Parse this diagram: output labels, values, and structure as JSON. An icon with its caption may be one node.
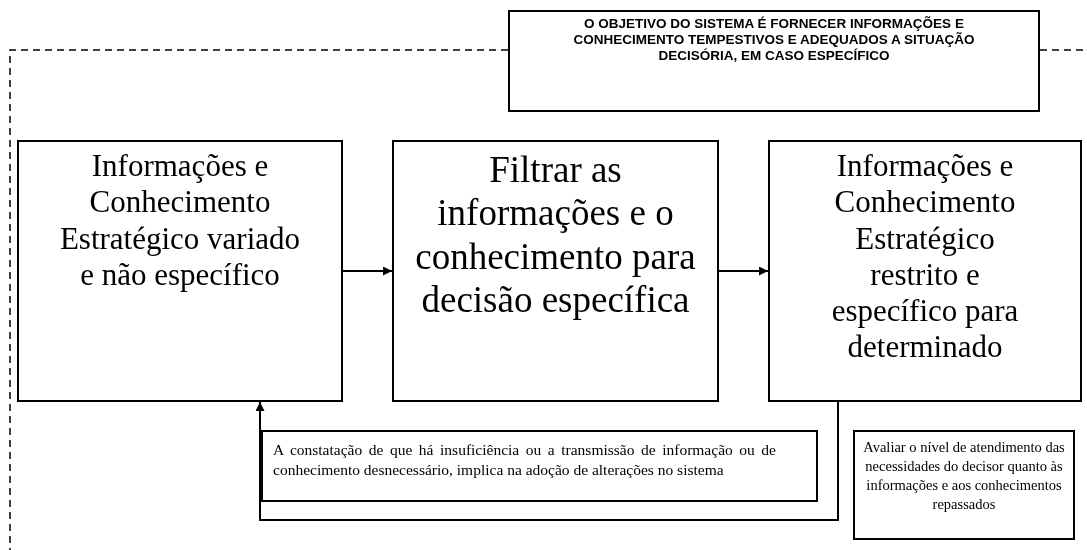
{
  "diagram": {
    "nodes": [
      {
        "text": [
          "O OBJETIVO DO SISTEMA É FORNECER INFORMAÇÕES E CONHECIMENTO TEMPESTIVOS E ADEQUADOS A SITUAÇÃO DECISÓRIA, EM CASO ESPECÍFICO"
        ]
      },
      {
        "text": [
          "Informações e Conhecimento Estratégico variado e não específico"
        ]
      },
      {
        "text": [
          "Filtrar as informações e o conhecimento para decisão específica"
        ]
      },
      {
        "text": [
          "Informações e Conhecimento Estratégico restrito e específico para determinado"
        ]
      },
      {
        "text": [
          "A constatação de que há insuficiência ou a transmissão de informação ou de conhecimento desnecessário, implica na adoção de alterações no sistema"
        ]
      },
      {
        "text": [
          "Avaliar o nível de atendimento das necessidades do decisor quanto às informações e aos conhecimentos repassados"
        ]
      }
    ],
    "edges": [
      {
        "from": 1,
        "to": 2,
        "arrow": "to"
      },
      {
        "from": 2,
        "to": 3,
        "arrow": "to"
      },
      {
        "from": 3,
        "to": 1,
        "arrow": "to"
      }
    ]
  }
}
